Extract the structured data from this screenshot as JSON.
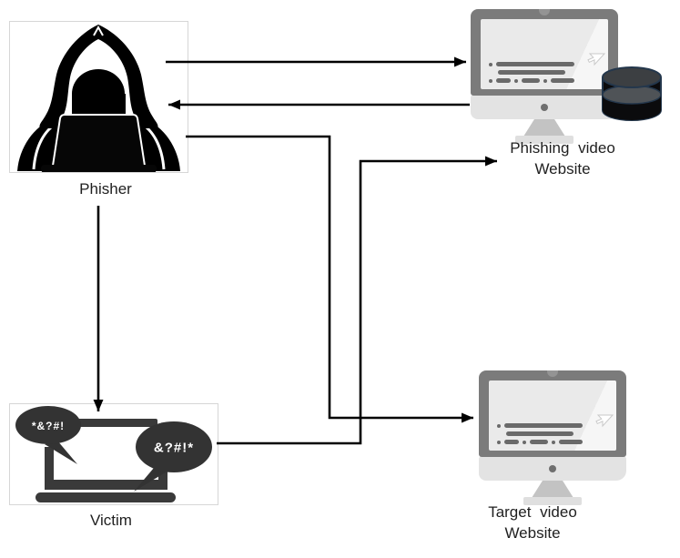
{
  "diagram": {
    "type": "flow-diagram",
    "background": "#ffffff",
    "nodes": {
      "phisher": {
        "label": "Phisher",
        "icon": "hooded-hacker-icon"
      },
      "phishing_website": {
        "label_line1": "Phishing video",
        "label_line2": "Website",
        "icons": [
          "monitor-icon",
          "database-icon"
        ]
      },
      "victim": {
        "label": "Victim",
        "icon": "laptop-icon",
        "speech_bubble_left": "*&?#!",
        "speech_bubble_right": "&?#!*"
      },
      "target_website": {
        "label_line1": "Target video",
        "label_line2": "Website",
        "icon": "monitor-icon"
      }
    },
    "edges": [
      {
        "from": "phisher",
        "to": "phishing_website",
        "style": "straight-arrow"
      },
      {
        "from": "phishing_website",
        "to": "phisher",
        "style": "straight-arrow"
      },
      {
        "from": "phisher",
        "to": "victim",
        "style": "straight-arrow"
      },
      {
        "from": "phisher",
        "to": "target_website",
        "style": "elbow-arrow"
      },
      {
        "from": "victim",
        "to": "phishing_website",
        "style": "elbow-arrow"
      }
    ],
    "colors": {
      "arrow": "#000000",
      "monitor_frame": "#7b7b7b",
      "monitor_screen": "#eaeaea",
      "screen_lines": "#6a6a6a",
      "monitor_chin": "#e3e3e3",
      "monitor_stand": "#c3c3c3",
      "database_fill": "#0b0b0d",
      "database_outline": "#24374c",
      "speech_bubble_fill": "#333333",
      "laptop_fill": "#3a3a3a",
      "artwork": "#000000",
      "label_text": "#1f1f1f"
    }
  }
}
